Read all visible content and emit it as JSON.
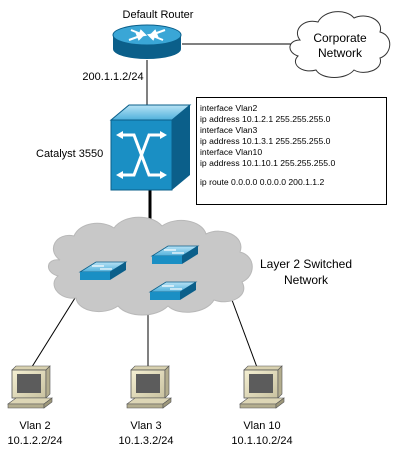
{
  "router": {
    "label": "Default Router",
    "ip": "200.1.1.2/24"
  },
  "corporate": {
    "line1": "Corporate",
    "line2": "Network"
  },
  "catalyst": {
    "label": "Catalyst 3550"
  },
  "config_lines": [
    "interface Vlan2",
    "ip address 10.1.2.1 255.255.255.0",
    "interface Vlan3",
    "ip address 10.1.3.1 255.255.255.0",
    "interface Vlan10",
    "ip address 10.1.10.1 255.255.255.0",
    "",
    "ip route 0.0.0.0 0.0.0.0 200.1.1.2"
  ],
  "l2": {
    "line1": "Layer 2 Switched",
    "line2": "Network"
  },
  "hosts": [
    {
      "vlan": "Vlan 2",
      "ip": "10.1.2.2/24"
    },
    {
      "vlan": "Vlan 3",
      "ip": "10.1.3.2/24"
    },
    {
      "vlan": "Vlan 10",
      "ip": "10.1.10.2/24"
    }
  ],
  "colors": {
    "device_blue": "#1a8fc4",
    "device_dark": "#0b5f8a",
    "device_light": "#8fd0ee",
    "cloud_fill": "#c8c8c8",
    "corporate_cloud_fill": "#ffffff",
    "pc_beige": "#ece6c6"
  },
  "icons": {
    "router": "router-icon",
    "multilayer_switch": "layer3-switch-icon",
    "workgroup_switch": "switch-icon",
    "pc": "workstation-icon",
    "cloud": "cloud-icon"
  }
}
